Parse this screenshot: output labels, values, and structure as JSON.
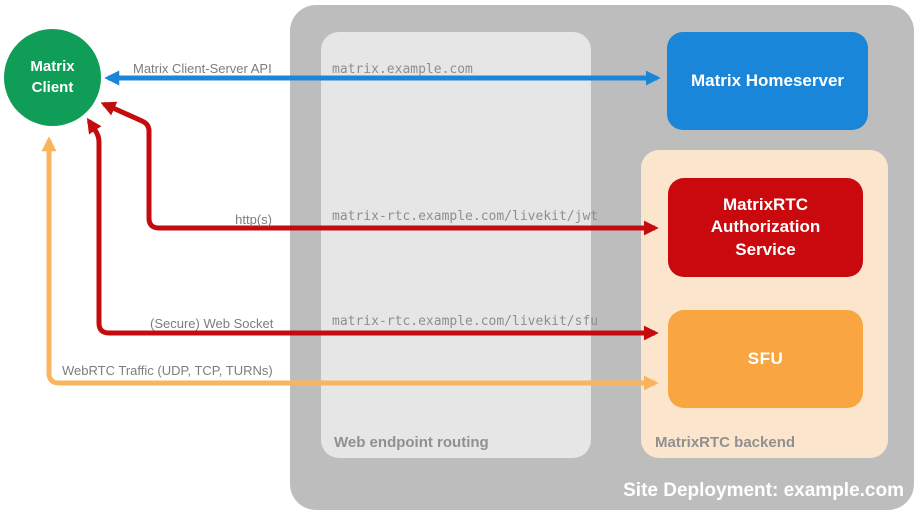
{
  "diagram": {
    "client": {
      "label": "Matrix Client"
    },
    "homeserver": {
      "label": "Matrix Homeserver"
    },
    "auth_service": {
      "label": "MatrixRTC Authorization Service"
    },
    "sfu": {
      "label": "SFU"
    },
    "site": {
      "label": "Site Deployment: example.com"
    },
    "routing": {
      "label": "Web endpoint routing",
      "routes": [
        "matrix.example.com",
        "matrix-rtc.example.com/livekit/jwt",
        "matrix-rtc.example.com/livekit/sfu"
      ]
    },
    "backend": {
      "label": "MatrixRTC backend"
    },
    "edges": [
      {
        "label": "Matrix Client-Server API",
        "from": "Matrix Client",
        "to": "Matrix Homeserver",
        "type": "bidirectional",
        "color": "#1a86d9"
      },
      {
        "label": "http(s)",
        "from": "Matrix Client",
        "to": "MatrixRTC Authorization Service",
        "type": "bidirectional",
        "color": "#c40b0d"
      },
      {
        "label": "(Secure) Web Socket",
        "from": "Matrix Client",
        "to": "SFU",
        "type": "bidirectional",
        "color": "#c40b0d"
      },
      {
        "label": "WebRTC Traffic (UDP, TCP, TURNs)",
        "from": "Matrix Client",
        "to": "SFU",
        "type": "bidirectional",
        "color": "#f9b45f"
      }
    ]
  },
  "colors": {
    "outer_bg": "#bdbdbd",
    "routing_bg": "#e6e6e6",
    "backend_bg": "#fce5cd",
    "homeserver_bg": "#1a86d9",
    "auth_bg": "#c9090e",
    "sfu_bg": "#f9a642",
    "client_bg": "#0f9d58",
    "blue_arrow": "#1a86d9",
    "red_arrow": "#c40b0d",
    "orange_arrow": "#f9b45f",
    "gray_text": "#7d7d7d",
    "url_text": "#8e8e8e",
    "caption_text": "#909090",
    "white_text": "#ffffff"
  }
}
